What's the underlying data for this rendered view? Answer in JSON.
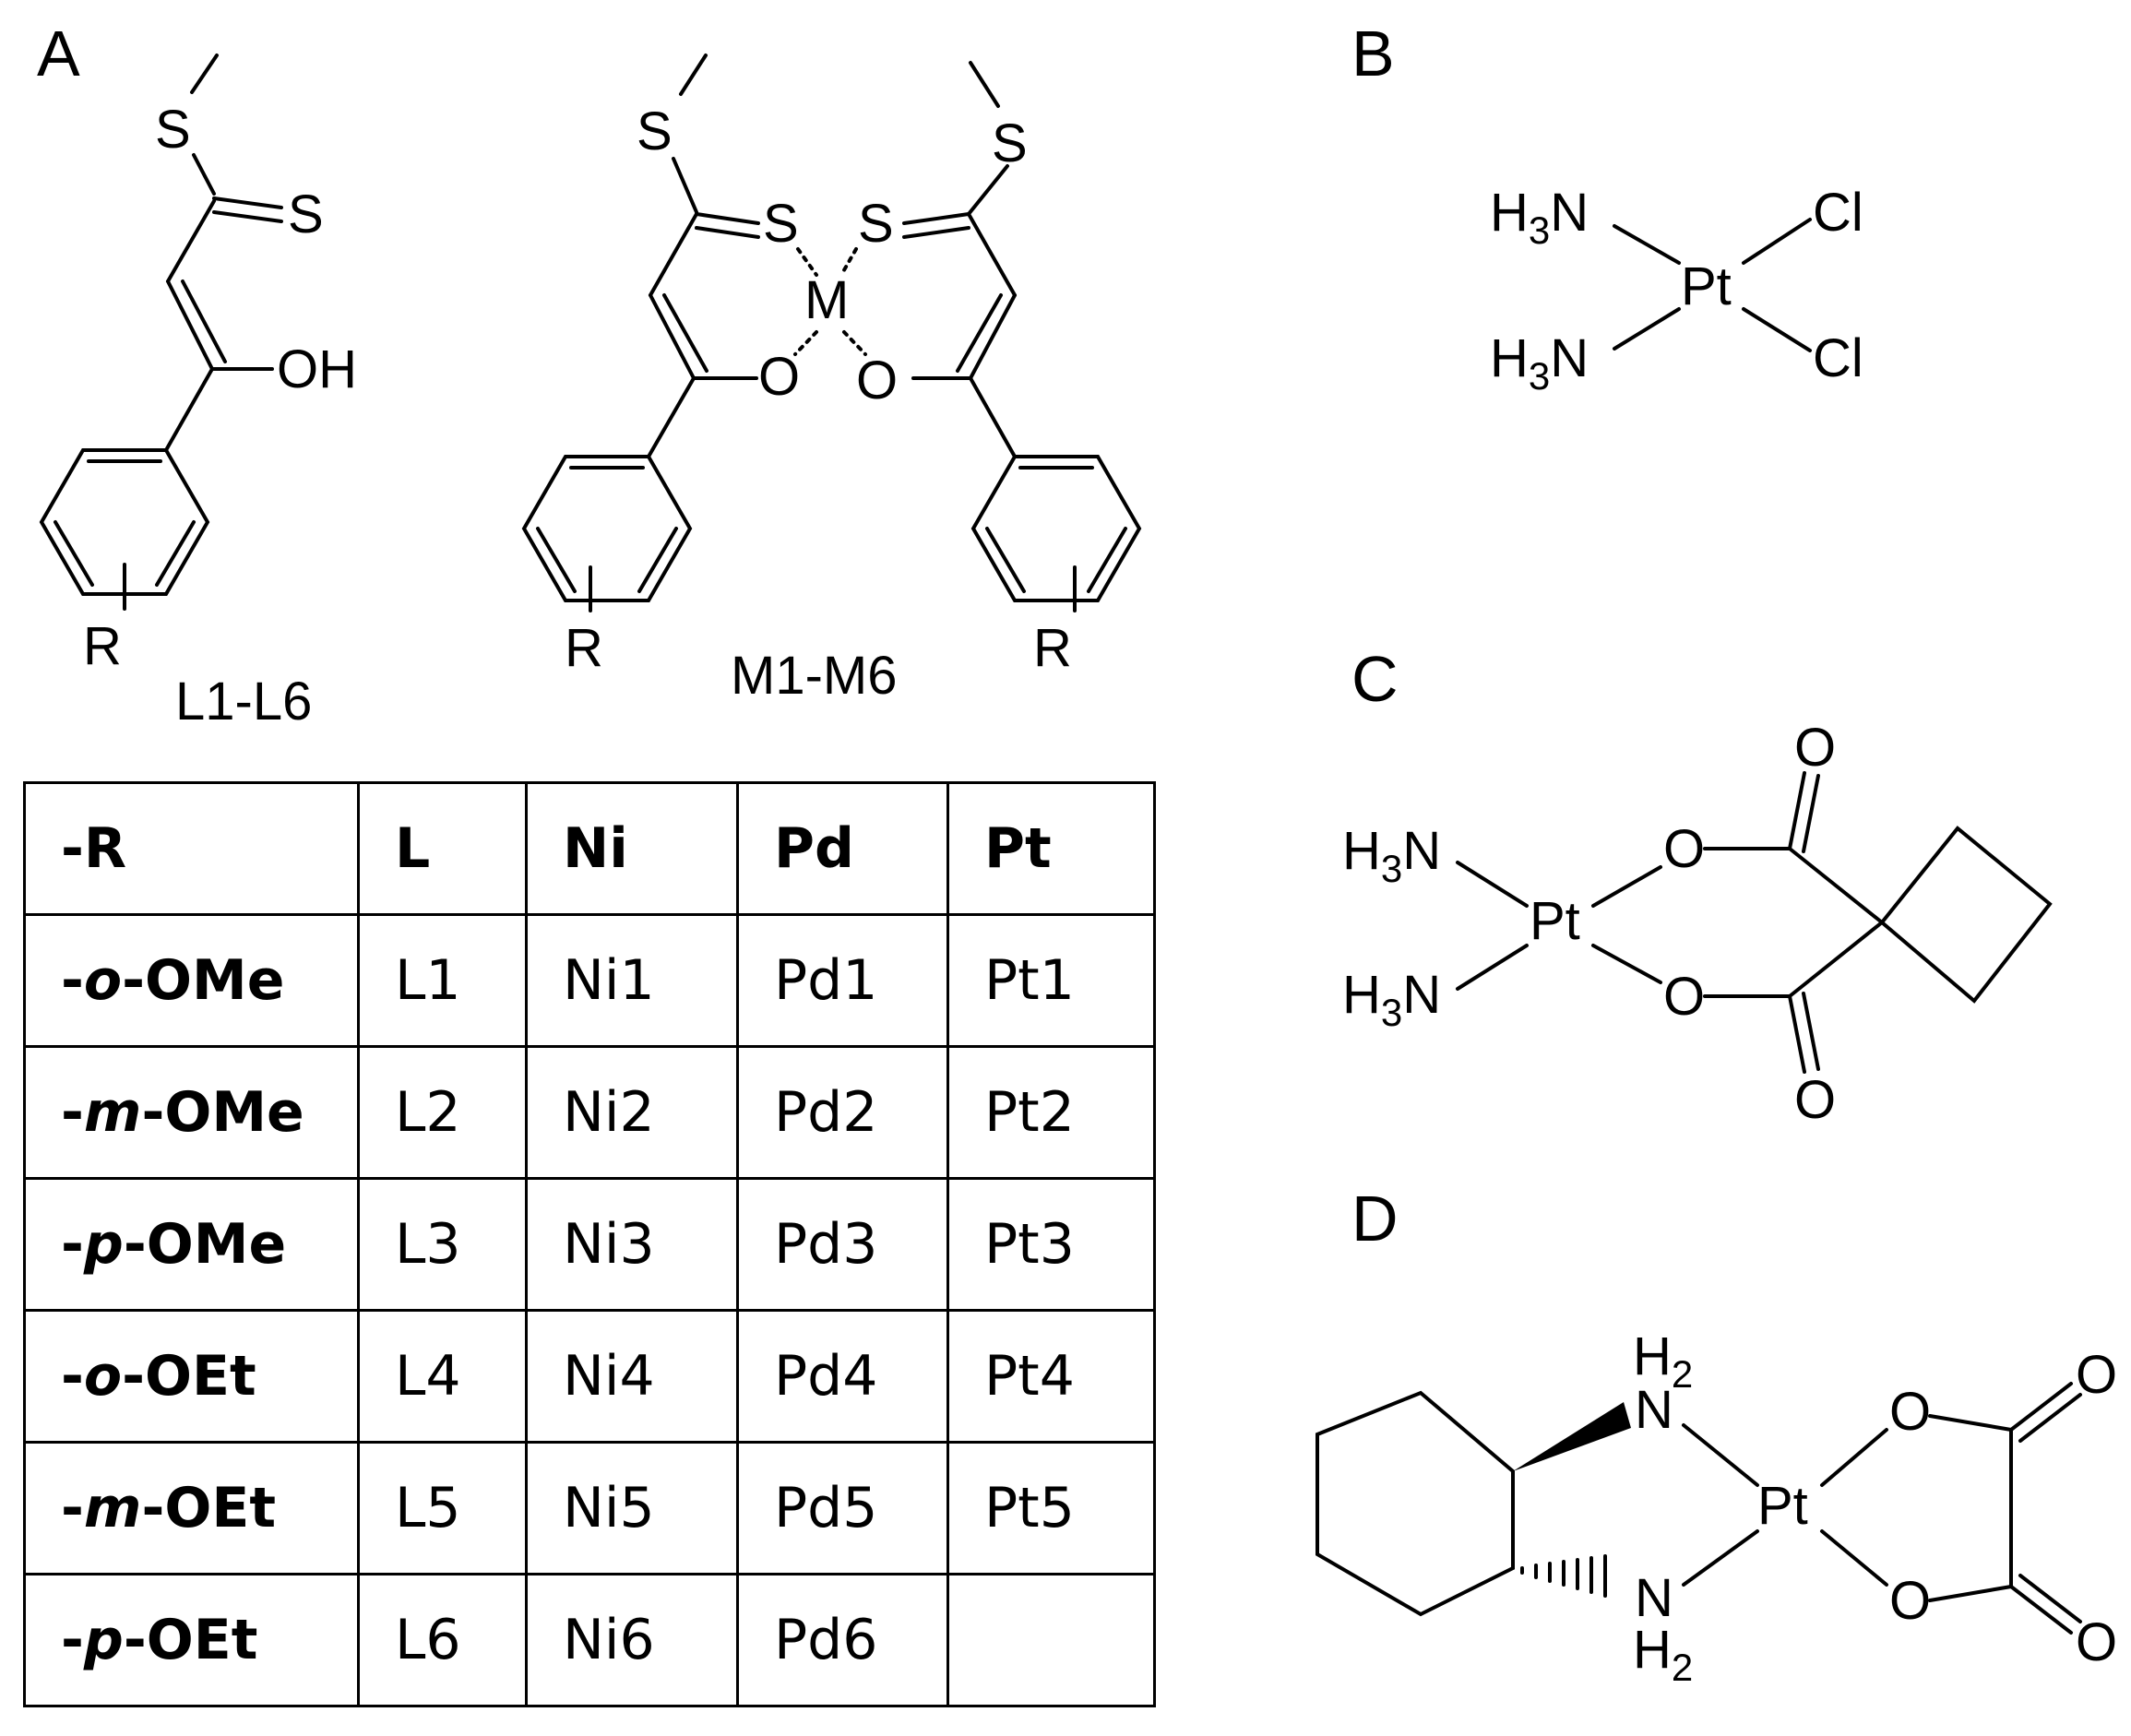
{
  "panels": {
    "A": "A",
    "B": "B",
    "C": "C",
    "D": "D"
  },
  "series_labels": {
    "ligands": "L1-L6",
    "complexes": "M1-M6"
  },
  "atoms": {
    "S": "S",
    "O": "O",
    "OH": "OH",
    "R": "R",
    "M": "M",
    "H": "H",
    "N": "N",
    "Pt": "Pt",
    "Cl": "Cl",
    "sub3": "3",
    "sub2": "2"
  },
  "table": {
    "headers": [
      "-R",
      "L",
      "Ni",
      "Pd",
      "Pt"
    ],
    "rows": [
      {
        "prefix": "-",
        "pos": "o",
        "group": "-OMe",
        "L": "L1",
        "Ni": "Ni1",
        "Pd": "Pd1",
        "Pt": "Pt1"
      },
      {
        "prefix": "-",
        "pos": "m",
        "group": "-OMe",
        "L": "L2",
        "Ni": "Ni2",
        "Pd": "Pd2",
        "Pt": "Pt2"
      },
      {
        "prefix": "-",
        "pos": "p",
        "group": "-OMe",
        "L": "L3",
        "Ni": "Ni3",
        "Pd": "Pd3",
        "Pt": "Pt3"
      },
      {
        "prefix": "-",
        "pos": "o",
        "group": "-OEt",
        "L": "L4",
        "Ni": "Ni4",
        "Pd": "Pd4",
        "Pt": "Pt4"
      },
      {
        "prefix": "-",
        "pos": "m",
        "group": "-OEt",
        "L": "L5",
        "Ni": "Ni5",
        "Pd": "Pd5",
        "Pt": "Pt5"
      },
      {
        "prefix": "-",
        "pos": "p",
        "group": "-OEt",
        "L": "L6",
        "Ni": "Ni6",
        "Pd": "Pd6",
        "Pt": ""
      }
    ]
  }
}
